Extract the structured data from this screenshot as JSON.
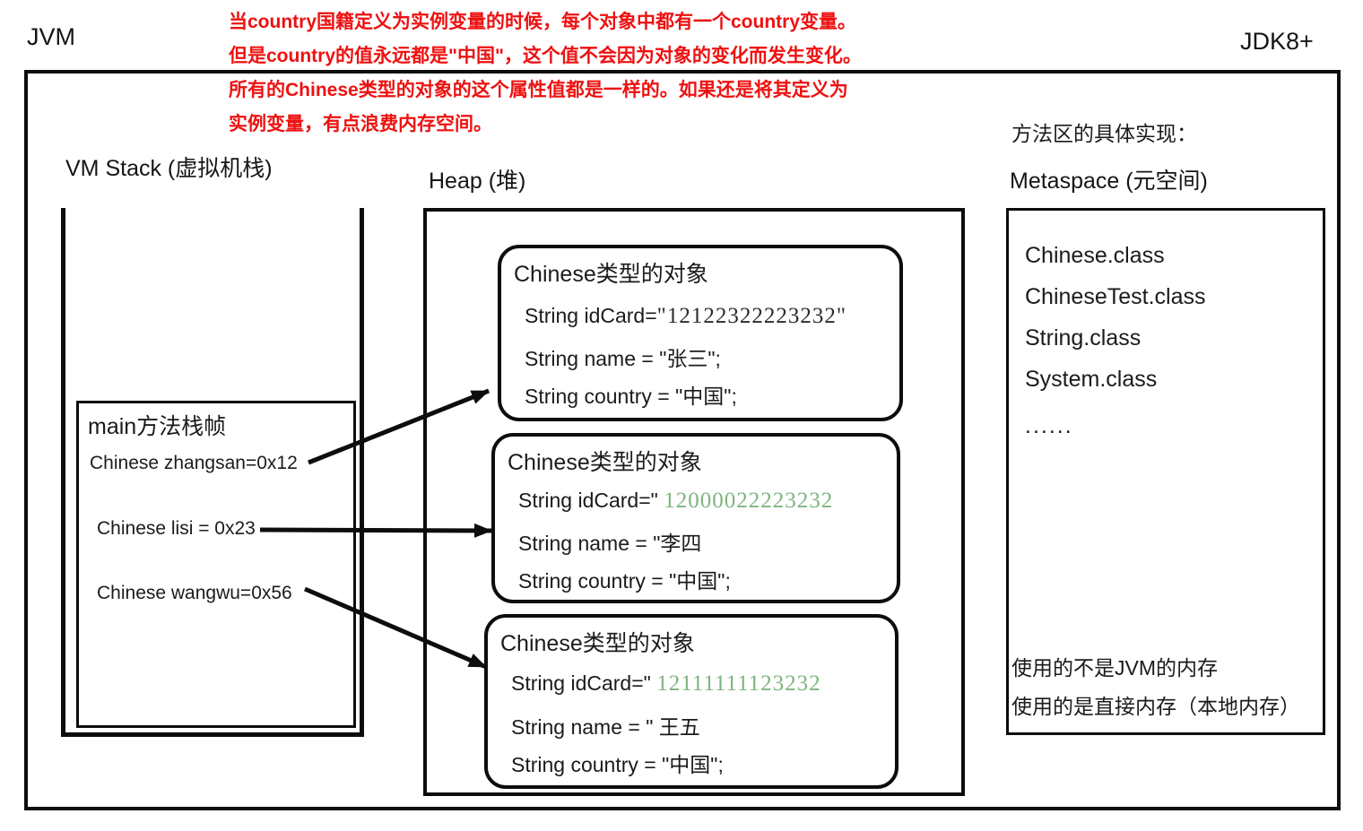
{
  "labels": {
    "jvm": "JVM",
    "jdk": "JDK8+"
  },
  "colors": {
    "annotation_red": "#ee1111",
    "idcard_green": "#7eb47e",
    "line_black": "#0d0d0d"
  },
  "annotation": {
    "lines": [
      "当country国籍定义为实例变量的时候，每个对象中都有一个country变量。",
      "但是country的值永远都是\"中国\"，这个值不会因为对象的变化而发生变化。",
      "所有的Chinese类型的对象的这个属性值都是一样的。如果还是将其定义为",
      "实例变量，有点浪费内存空间。"
    ]
  },
  "vm_stack": {
    "title": "VM Stack (虚拟机栈)",
    "frame_title": "main方法栈帧",
    "variables": [
      "Chinese zhangsan=0x12",
      "Chinese lisi = 0x23",
      "Chinese wangwu=0x56"
    ]
  },
  "heap": {
    "title": "Heap (堆)",
    "objects": [
      {
        "title": "Chinese类型的对象",
        "idcard_label": "String idCard=",
        "idcard_value": "\"12122322223232\"",
        "name_line": "String name = \"张三\";",
        "country_line": "String country = \"中国\";"
      },
      {
        "title": "Chinese类型的对象",
        "idcard_label": "String idCard=\" ",
        "idcard_value": "12000022223232",
        "name_line": "String name = \"李四",
        "country_line": "String country = \"中国\";"
      },
      {
        "title": "Chinese类型的对象",
        "idcard_label": "String idCard=\" ",
        "idcard_value": "12111111123232",
        "name_line": "String name = \"  王五",
        "country_line": "String country = \"中国\";"
      }
    ]
  },
  "metaspace": {
    "heading": "方法区的具体实现：",
    "title": "Metaspace (元空间)",
    "classes": [
      "Chinese.class",
      "ChineseTest.class",
      "String.class",
      "System.class"
    ],
    "ellipsis": "......",
    "notes": [
      "使用的不是JVM的内存",
      "使用的是直接内存（本地内存）"
    ]
  }
}
